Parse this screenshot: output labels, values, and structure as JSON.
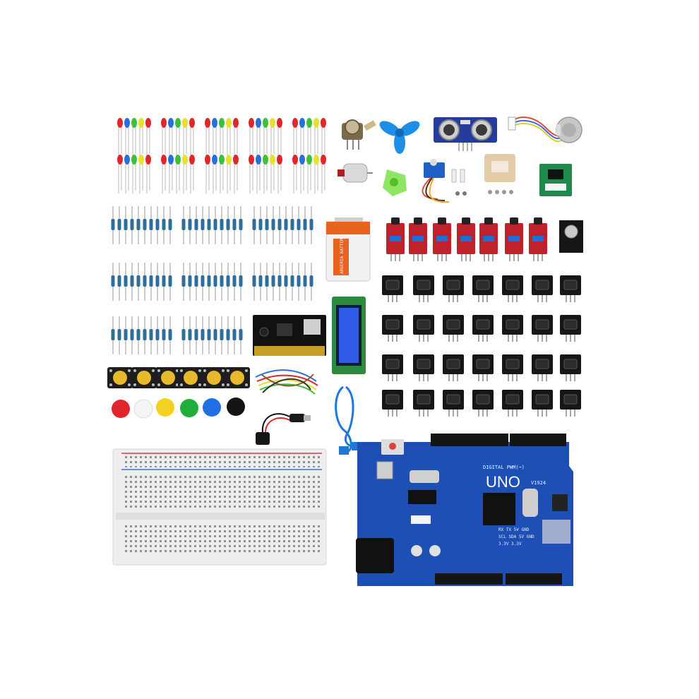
{
  "colors": {
    "led_red": "#e0262a",
    "led_blue": "#2a6fd8",
    "led_green": "#3cbf3a",
    "led_yellow": "#e8df2e",
    "board_blue": "#1d4fb4",
    "module_red": "#c0222c",
    "module_black": "#161616",
    "breadboard": "#eeeeee",
    "resistor": "#2e6e9a"
  },
  "icons": {
    "board": "arduino-uno-board-icon",
    "lcd": "lcd-1602-icon",
    "battery": "battery-9v-icon",
    "breadboard": "breadboard-icon",
    "sensor": "sensor-module-icon"
  },
  "board": {
    "model": "UNO",
    "subtitle": "DIGITAL PWM(~)",
    "code": "V1924",
    "pins_row": "RX TX 5V GND",
    "pins_row2": "SCL SDA 5V GND",
    "volt": "3.3V 3.3V"
  },
  "battery": {
    "label": "ARGERIA BATTERY"
  }
}
